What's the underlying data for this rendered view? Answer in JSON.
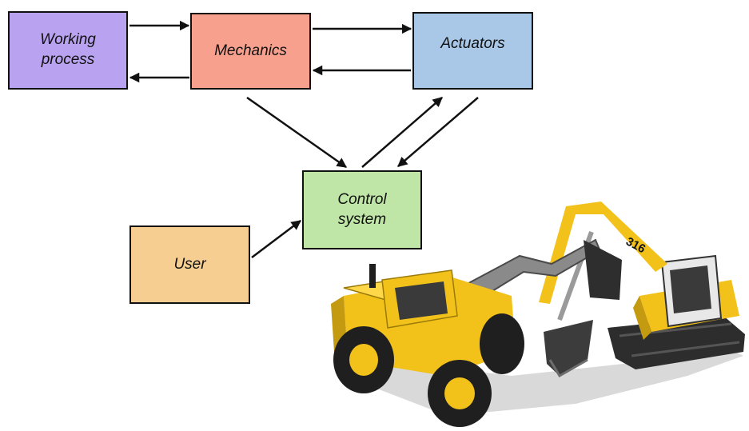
{
  "diagram": {
    "nodes": [
      {
        "id": "working",
        "lines": [
          "Working",
          "process"
        ],
        "color": "#b9a3f0"
      },
      {
        "id": "mech",
        "lines": [
          "Mechanics"
        ],
        "color": "#f7a08e"
      },
      {
        "id": "act",
        "lines": [
          "Actuators"
        ],
        "color": "#a9c8e8"
      },
      {
        "id": "control",
        "lines": [
          "Control",
          "system"
        ],
        "color": "#bfe6a6"
      },
      {
        "id": "user",
        "lines": [
          "User"
        ],
        "color": "#f7ce92"
      }
    ],
    "edges": [
      {
        "from": "working",
        "to": "mech"
      },
      {
        "from": "mech",
        "to": "working"
      },
      {
        "from": "mech",
        "to": "act"
      },
      {
        "from": "act",
        "to": "mech"
      },
      {
        "from": "mech",
        "to": "control"
      },
      {
        "from": "control",
        "to": "act"
      },
      {
        "from": "act",
        "to": "control"
      },
      {
        "from": "user",
        "to": "control"
      }
    ]
  },
  "illustration": {
    "excavator_number": "316",
    "machine_color": "#f2c21b"
  }
}
